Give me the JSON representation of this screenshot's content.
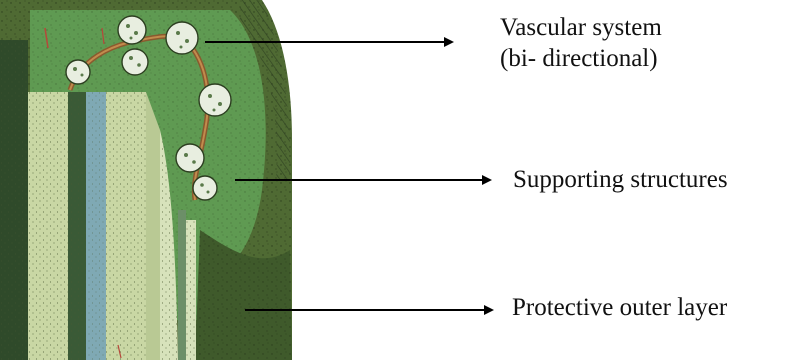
{
  "labels": {
    "vascular_line1": "Vascular system",
    "vascular_line2": "(bi- directional)",
    "supporting": "Supporting structures",
    "protective": "Protective outer layer"
  },
  "colors": {
    "background": "#ffffff",
    "outer_layer": "#4f6a33",
    "inner_green": "#5f9a52",
    "pale_column": "#c9d7a4",
    "blue_strand": "#7fa9b4",
    "dark_strand": "#2f4a2a",
    "bundle_fill": "#e8eee0",
    "vine": "#8a5a2e",
    "arrow": "#000000",
    "text": "#111111"
  }
}
